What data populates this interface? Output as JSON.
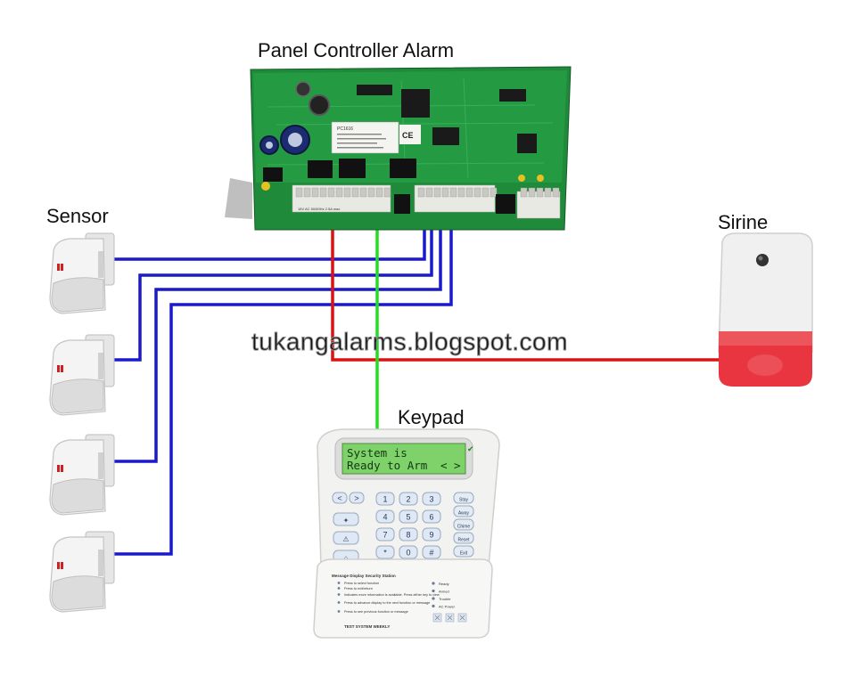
{
  "labels": {
    "panel": "Panel Controller Alarm",
    "sensor": "Sensor",
    "siren": "Sirine",
    "keypad": "Keypad"
  },
  "watermark": "tukangalarms.blogspot.com",
  "keypad": {
    "lcd_line1": "System is",
    "lcd_line2": "Ready to Arm",
    "lcd_arrows": "< >",
    "card_title": "Message Display Security Station",
    "card_footer": "TEST SYSTEM WEEKLY",
    "card_instructions": [
      "Press to select function",
      "Press to exit/return",
      "Indicates more information is available. Press either key to view",
      "Press to advance display to the next function or message",
      "Press to see previous function or message"
    ],
    "card_status": [
      "Ready",
      "Armed",
      "Trouble",
      "AC Power"
    ],
    "side_keys": [
      "Stay",
      "Away",
      "Chime",
      "Reset",
      "Exit"
    ],
    "number_keys": [
      "1",
      "2",
      "3",
      "4",
      "5",
      "6",
      "7",
      "8",
      "9",
      "*",
      "0",
      "#"
    ],
    "nav_keys": [
      "<",
      ">"
    ]
  },
  "wire_colors": {
    "sensor_wires": "#1a1acc",
    "siren_wire": "#dd1111",
    "keypad_wire": "#22dd22"
  },
  "board": {
    "brand_text": "PC1616",
    "ce_mark": "CE",
    "terminal_text": "16V AC 50/60Hz 2.5A max"
  }
}
